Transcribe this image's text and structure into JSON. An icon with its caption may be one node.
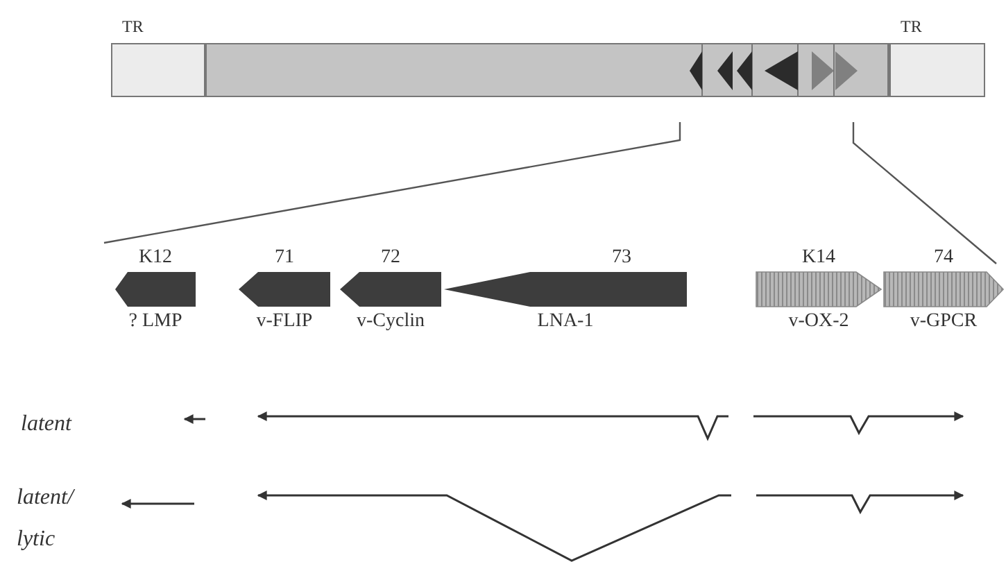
{
  "diagram": {
    "nodes": [
      {
        "text": [
          "TR"
        ]
      },
      {
        "text": [],
        "shape": "bar"
      },
      {
        "text": [
          "TR"
        ]
      },
      {
        "text": [
          "K12",
          "? LMP"
        ]
      },
      {
        "text": [
          "71",
          "v-FLIP"
        ]
      },
      {
        "text": [
          "72",
          "v-Cyclin"
        ]
      },
      {
        "text": [
          "73",
          "LNA-1"
        ]
      },
      {
        "text": [
          "K14",
          "v-OX-2"
        ]
      },
      {
        "text": [
          "74",
          "v-GPCR"
        ]
      }
    ],
    "labels": [
      "latent",
      "latent/ lytic"
    ]
  }
}
